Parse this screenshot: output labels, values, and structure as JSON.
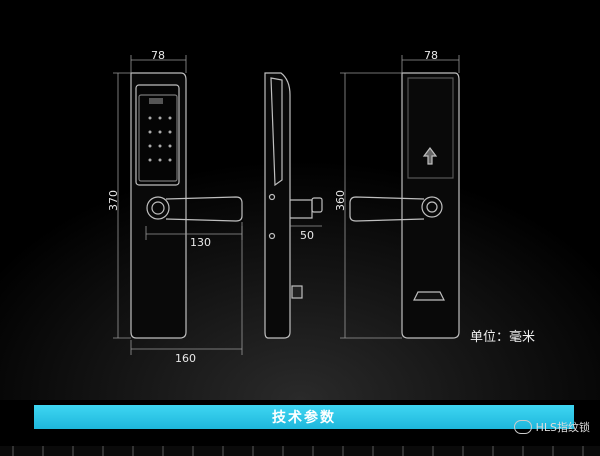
{
  "dimensions": {
    "front_width": "78",
    "front_height": "370",
    "handle_length": "130",
    "front_bottom_width": "160",
    "side_depth": "50",
    "back_height": "360",
    "back_width": "78"
  },
  "unit_label": "单位：毫米",
  "section_title": "技术参数",
  "watermark": "HLS指纹锁",
  "colors": {
    "banner": "#27c3e6",
    "line": "#bfbfbf",
    "background": "#000000"
  }
}
